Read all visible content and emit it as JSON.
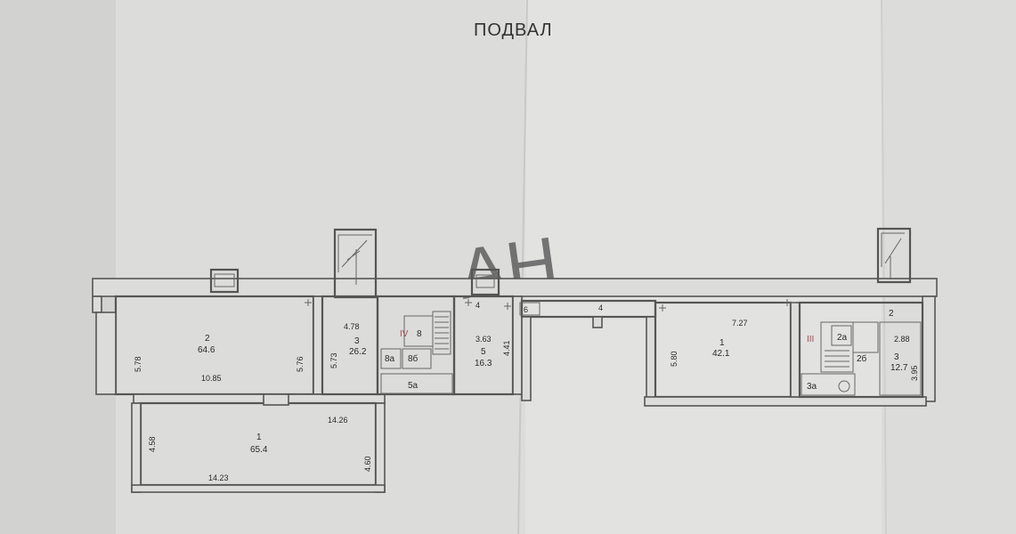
{
  "title": "ПОДВАЛ",
  "watermark": "AH",
  "roman_numerals": {
    "iv": "IV",
    "iii": "III"
  },
  "rooms": {
    "r2_left": {
      "number": "2",
      "area": "64.6"
    },
    "r1_bottom": {
      "number": "1",
      "area": "65.4"
    },
    "r3": {
      "number": "3",
      "area": "26.2"
    },
    "r5": {
      "number": "5",
      "area": "16.3"
    },
    "r1_right": {
      "number": "1",
      "area": "42.1"
    },
    "r3_right": {
      "number": "3",
      "area": "12.7"
    },
    "r8": "8",
    "r8a": "8а",
    "r8b": "8б",
    "r5a": "5а",
    "r4": "4",
    "r6": "6",
    "r2a": "2а",
    "r2b": "2б",
    "r3a": "3а",
    "r2_right": "2"
  },
  "dimensions": {
    "d_5_78": "5.78",
    "d_5_76": "5.76",
    "d_10_85": "10.85",
    "d_14_26": "14.26",
    "d_4_58": "4.58",
    "d_4_60": "4.60",
    "d_14_23": "14.23",
    "d_4_78": "4.78",
    "d_5_73": "5.73",
    "d_3_63": "3.63",
    "d_4_41": "4.41",
    "d_7_27": "7.27",
    "d_5_80": "5.80",
    "d_2_88": "2.88",
    "d_3_95": "3.95"
  },
  "colors": {
    "paper": "#dcdcda",
    "ink": "#2a2a2a",
    "wall": "#555555",
    "roman": "#a44a4a"
  }
}
